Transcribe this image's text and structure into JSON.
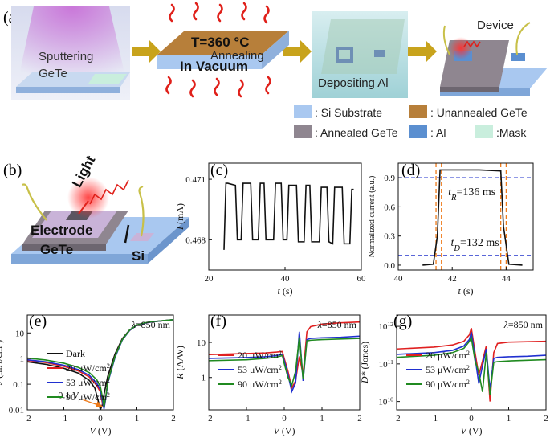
{
  "panel_labels": {
    "a": "(a)",
    "b": "(b)",
    "c": "(c)",
    "d": "(d)",
    "e": "(e)",
    "f": "(f)",
    "g": "(g)"
  },
  "panel_a": {
    "sputtering_line1": "Sputtering",
    "sputtering_line2": "GeTe",
    "temperature": "T=360 °C",
    "annealing": "Annealing",
    "vacuum": "In Vacuum",
    "depositing": "Depositing Al",
    "device": "Device",
    "legend": [
      {
        "label": ": Si Substrate",
        "color": "#a9c8f0"
      },
      {
        "label": ": Unannealed GeTe",
        "color": "#b77f3a"
      },
      {
        "label": ": Annealed GeTe",
        "color": "#8f8690"
      },
      {
        "label": ": Al",
        "color": "#5b8fd0"
      },
      {
        "label": ":Mask",
        "color": "#c9eedd"
      }
    ],
    "colors": {
      "arrow": "#c8a31c",
      "heat": "#e0201a",
      "substrate": "#a9c8f0",
      "unannealed": "#b77f3a",
      "annealed": "#8f8690",
      "al": "#5b8fd0",
      "mask": "#c9eedd",
      "plasma": "#c971d8"
    }
  },
  "panel_b": {
    "light": "Light",
    "electrode": "Electrode",
    "gete": "GeTe",
    "si": "Si"
  },
  "chart_data": [
    {
      "id": "c",
      "type": "line",
      "xlabel": "t",
      "xunit": " (s)",
      "ylabel": "I",
      "yunit": " (mA)",
      "xlim": [
        20,
        60
      ],
      "ylim": [
        0.4665,
        0.4718
      ],
      "xticks": [
        20,
        40,
        60
      ],
      "yticks": [
        0.468,
        0.471
      ],
      "xtick_labels": [
        "20",
        "40",
        "60"
      ],
      "ytick_labels": [
        "0.468",
        "0.471"
      ],
      "series": [
        {
          "color": "#111111",
          "x": [
            24,
            24.5,
            25,
            27,
            27.5,
            28.5,
            29,
            30,
            31,
            31.5,
            33,
            33.5,
            34.5,
            35,
            36,
            37,
            37.5,
            39,
            39.5,
            40.5,
            41,
            42,
            43,
            43.5,
            45,
            45.5,
            46.5,
            47,
            48,
            49,
            49.5,
            51,
            51.5,
            52.5,
            53,
            54,
            55,
            55.5,
            57,
            57.5,
            58
          ],
          "y": [
            0.4675,
            0.4708,
            0.4708,
            0.4707,
            0.468,
            0.468,
            0.4708,
            0.4708,
            0.4708,
            0.468,
            0.468,
            0.4708,
            0.4708,
            0.468,
            0.468,
            0.468,
            0.4708,
            0.4708,
            0.468,
            0.468,
            0.4707,
            0.4707,
            0.4707,
            0.4679,
            0.4679,
            0.4707,
            0.4707,
            0.4679,
            0.4679,
            0.4679,
            0.4706,
            0.4706,
            0.4679,
            0.4678,
            0.4706,
            0.4706,
            0.4706,
            0.4678,
            0.4678,
            0.4705,
            0.4705
          ]
        }
      ]
    },
    {
      "id": "d",
      "type": "line",
      "xlabel": "t",
      "xunit": "  (s)",
      "ylabel": "Normalized current (a.u.)",
      "xlim": [
        40,
        45
      ],
      "ylim": [
        -0.05,
        1.05
      ],
      "xticks": [
        40,
        42,
        44
      ],
      "yticks": [
        0,
        0.3,
        0.6,
        0.9
      ],
      "xtick_labels": [
        "40",
        "42",
        "44"
      ],
      "ytick_labels": [
        "0.0",
        "0.3",
        "0.6",
        "0.9"
      ],
      "series": [
        {
          "color": "#111111",
          "x": [
            40.9,
            41.3,
            41.45,
            41.55,
            42,
            43,
            43.8,
            43.9,
            44.1,
            44.6
          ],
          "y": [
            0.0,
            0.01,
            0.3,
            0.98,
            0.98,
            0.98,
            0.97,
            0.4,
            0.01,
            0.0
          ]
        }
      ],
      "hlines": [
        {
          "y": 0.9,
          "color": "#2233cc"
        },
        {
          "y": 0.1,
          "color": "#2233cc"
        }
      ],
      "vlines": [
        {
          "x": 41.4,
          "color": "#ee7a1a"
        },
        {
          "x": 41.6,
          "color": "#ee7a1a"
        },
        {
          "x": 43.8,
          "color": "#ee7a1a"
        },
        {
          "x": 44.0,
          "color": "#ee7a1a"
        }
      ],
      "annotations": [
        {
          "x": 41.85,
          "y": 0.72,
          "main": "t",
          "sub": "R",
          "rest": "=136 ms"
        },
        {
          "x": 41.95,
          "y": 0.2,
          "main": "t",
          "sub": "D",
          "rest": "=132 ms"
        }
      ]
    },
    {
      "id": "e",
      "type": "line",
      "yscale": "log",
      "xlabel": "V",
      "xunit": " (V)",
      "ylabel": "J",
      "yunit": " (mA/cm",
      "yunit_sup": "2",
      "yunit_end": ")",
      "xlim": [
        -2,
        2
      ],
      "ylim": [
        0.01,
        50
      ],
      "xticks": [
        -2,
        -1,
        0,
        1,
        2
      ],
      "yticks": [
        0.01,
        0.1,
        1,
        10
      ],
      "xtick_labels": [
        "-2",
        "-1",
        "0",
        "1",
        "2"
      ],
      "ytick_labels": [
        "0.01",
        "0.1",
        "1",
        "10"
      ],
      "lambda_prefix": "λ",
      "lambda_value": "=850 nm",
      "annotation": "0.1 V",
      "series": [
        {
          "name": "Dark",
          "color": "#111111",
          "x": [
            -2,
            -1.5,
            -1,
            -0.6,
            -0.3,
            -0.15,
            -0.05,
            0,
            0.05,
            0.1,
            0.2,
            0.4,
            0.6,
            0.8,
            1.0,
            1.2,
            1.4,
            2
          ],
          "y": [
            0.75,
            0.6,
            0.42,
            0.27,
            0.14,
            0.07,
            0.02,
            0.01,
            0.015,
            0.04,
            0.2,
            1.5,
            6,
            13,
            20,
            24,
            27,
            33
          ]
        },
        {
          "name": "20 μW/cm",
          "sup": "2",
          "color": "#e02020",
          "x": [
            -2,
            -1.5,
            -1,
            -0.6,
            -0.3,
            -0.1,
            0,
            0.05,
            0.1,
            0.15,
            0.2,
            0.4,
            0.6,
            0.8,
            1.0,
            1.2,
            1.4,
            2
          ],
          "y": [
            0.85,
            0.7,
            0.5,
            0.33,
            0.19,
            0.09,
            0.05,
            0.02,
            0.012,
            0.03,
            0.12,
            1.2,
            5.5,
            12.5,
            20,
            24,
            27,
            33
          ]
        },
        {
          "name": "53 μW/cm",
          "sup": "2",
          "color": "#2030d0",
          "x": [
            -2,
            -1.5,
            -1,
            -0.6,
            -0.3,
            -0.1,
            0,
            0.05,
            0.1,
            0.15,
            0.2,
            0.4,
            0.6,
            0.8,
            1.0,
            1.2,
            1.4,
            2
          ],
          "y": [
            0.9,
            0.75,
            0.55,
            0.37,
            0.22,
            0.11,
            0.06,
            0.025,
            0.011,
            0.03,
            0.11,
            1.1,
            5.3,
            12.5,
            20,
            24,
            27,
            33
          ]
        },
        {
          "name": "90 μW/cm",
          "sup": "2",
          "color": "#208a20",
          "x": [
            -2,
            -1.5,
            -1,
            -0.6,
            -0.3,
            -0.1,
            0,
            0.05,
            0.1,
            0.15,
            0.2,
            0.4,
            0.6,
            0.8,
            1.0,
            1.2,
            1.4,
            2
          ],
          "y": [
            1.05,
            0.88,
            0.66,
            0.45,
            0.28,
            0.15,
            0.08,
            0.035,
            0.013,
            0.035,
            0.12,
            1.2,
            5.5,
            12.8,
            20.5,
            24.5,
            27.5,
            33
          ]
        }
      ]
    },
    {
      "id": "f",
      "type": "line",
      "yscale": "log",
      "xlabel": "V",
      "xunit": " (V)",
      "ylabel": "R",
      "yunit": " (A/W)",
      "xlim": [
        -2,
        2
      ],
      "ylim": [
        0.12,
        60
      ],
      "xticks": [
        -2,
        -1,
        0,
        1,
        2
      ],
      "yticks": [
        1,
        10
      ],
      "xtick_labels": [
        "-2",
        "-1",
        "0",
        "1",
        "2"
      ],
      "ytick_labels": [
        "1",
        "10"
      ],
      "lambda_prefix": "λ",
      "lambda_value": "=850 nm",
      "series": [
        {
          "name": "20 μW/cm",
          "sup": "2",
          "color": "#e02020",
          "x": [
            -2,
            -1,
            -0.5,
            -0.2,
            -0.05,
            0,
            0.1,
            0.2,
            0.3,
            0.4,
            0.5,
            0.6,
            0.7,
            1.0,
            1.5,
            2
          ],
          "y": [
            4.5,
            4.8,
            5,
            5.3,
            5.5,
            3.5,
            1.5,
            0.5,
            0.8,
            4,
            1.2,
            20,
            28,
            33,
            36,
            38
          ]
        },
        {
          "name": "53 μW/cm",
          "sup": "2",
          "color": "#2030d0",
          "x": [
            -2,
            -1,
            -0.5,
            -0.2,
            -0.05,
            0,
            0.1,
            0.2,
            0.3,
            0.4,
            0.5,
            0.6,
            0.7,
            1.0,
            1.5,
            2
          ],
          "y": [
            3.5,
            3.7,
            3.9,
            4.2,
            4.6,
            3,
            1.2,
            0.4,
            0.7,
            20,
            0.8,
            12,
            13,
            13.5,
            14,
            15
          ]
        },
        {
          "name": "90 μW/cm",
          "sup": "2",
          "color": "#208a20",
          "x": [
            -2,
            -1,
            -0.5,
            -0.2,
            -0.05,
            0,
            0.1,
            0.2,
            0.3,
            0.4,
            0.5,
            0.6,
            0.7,
            1.0,
            1.5,
            2
          ],
          "y": [
            3,
            3.2,
            3.5,
            3.8,
            4.2,
            2.5,
            1,
            0.6,
            1.5,
            14,
            0.9,
            11,
            11.5,
            12,
            12.5,
            13
          ]
        }
      ]
    },
    {
      "id": "g",
      "type": "line",
      "yscale": "log",
      "xlabel": "V",
      "xunit": " (V)",
      "ylabel": "D*",
      "yunit": " (Jones)",
      "xlim": [
        -2,
        2
      ],
      "ylim": [
        6000000000.0,
        2000000000000.0
      ],
      "xticks": [
        -2,
        -1,
        0,
        1,
        2
      ],
      "yticks": [
        10000000000.0,
        100000000000.0,
        1000000000000.0
      ],
      "xtick_labels": [
        "-2",
        "-1",
        "0",
        "1",
        "2"
      ],
      "ytick_labels": [
        {
          "base": "10",
          "exp": "10"
        },
        {
          "base": "10",
          "exp": "11"
        },
        {
          "base": "10",
          "exp": "12"
        }
      ],
      "lambda_prefix": "λ",
      "lambda_value": "=850 nm",
      "series": [
        {
          "name": "20 μW/cm",
          "sup": "2",
          "color": "#e02020",
          "x": [
            -2,
            -1,
            -0.5,
            -0.2,
            -0.05,
            0,
            0.1,
            0.2,
            0.3,
            0.4,
            0.5,
            0.6,
            0.7,
            1.0,
            1.5,
            2
          ],
          "y": [
            250000000000.0,
            280000000000.0,
            320000000000.0,
            400000000000.0,
            600000000000.0,
            900000000000.0,
            200000000000.0,
            50000000000.0,
            120000000000.0,
            300000000000.0,
            10000000000.0,
            200000000000.0,
            350000000000.0,
            380000000000.0,
            390000000000.0,
            400000000000.0
          ]
        },
        {
          "name": "53 μW/cm",
          "sup": "2",
          "color": "#2030d0",
          "x": [
            -2,
            -1,
            -0.5,
            -0.2,
            -0.05,
            0,
            0.1,
            0.2,
            0.3,
            0.4,
            0.5,
            0.6,
            0.7,
            1.0,
            1.5,
            2
          ],
          "y": [
            180000000000.0,
            200000000000.0,
            230000000000.0,
            300000000000.0,
            450000000000.0,
            700000000000.0,
            150000000000.0,
            30000000000.0,
            90000000000.0,
            250000000000.0,
            20000000000.0,
            140000000000.0,
            150000000000.0,
            155000000000.0,
            160000000000.0,
            170000000000.0
          ]
        },
        {
          "name": "90 μW/cm",
          "sup": "2",
          "color": "#208a20",
          "x": [
            -2,
            -1,
            -0.5,
            -0.2,
            -0.05,
            0,
            0.1,
            0.2,
            0.3,
            0.4,
            0.5,
            0.6,
            0.7,
            1.0,
            1.5,
            2
          ],
          "y": [
            150000000000.0,
            170000000000.0,
            200000000000.0,
            260000000000.0,
            400000000000.0,
            500000000000.0,
            120000000000.0,
            60000000000.0,
            18000000000.0,
            200000000000.0,
            15000000000.0,
            110000000000.0,
            115000000000.0,
            120000000000.0,
            125000000000.0,
            130000000000.0
          ]
        }
      ]
    }
  ]
}
